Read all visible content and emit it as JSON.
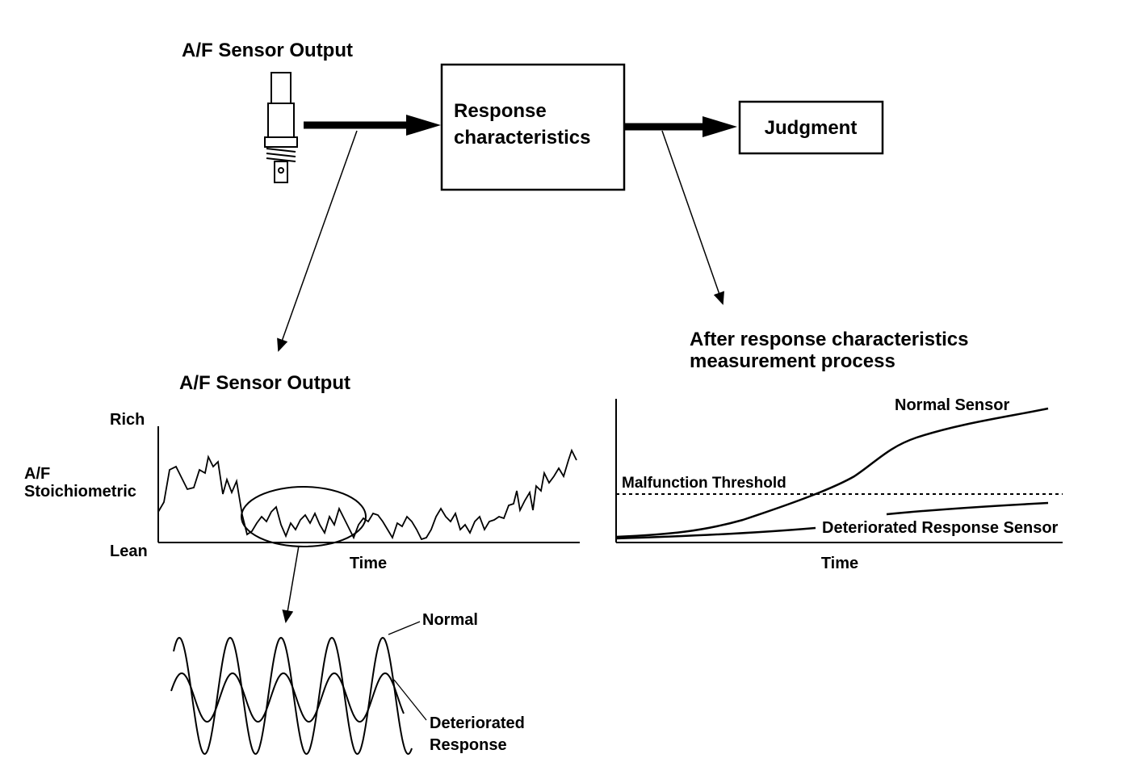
{
  "top": {
    "sensor_title": "A/F Sensor Output",
    "response_box": [
      "Response",
      "characteristics"
    ],
    "judgment_box": "Judgment"
  },
  "left_chart": {
    "title": "A/F Sensor Output",
    "y_top": "Rich",
    "y_mid_1": "A/F",
    "y_mid_2": "Stoichiometric",
    "y_bottom": "Lean",
    "x_label": "Time"
  },
  "zoom": {
    "normal_label": "Normal",
    "deteriorated_label_1": "Deteriorated",
    "deteriorated_label_2": "Response"
  },
  "right_chart": {
    "title_1": "After response characteristics",
    "title_2": "measurement process",
    "normal_label": "Normal Sensor",
    "threshold_label": "Malfunction Threshold",
    "deteriorated_label": "Deteriorated Response Sensor",
    "x_label": "Time"
  },
  "colors": {
    "ink": "#000000",
    "background": "#ffffff"
  }
}
